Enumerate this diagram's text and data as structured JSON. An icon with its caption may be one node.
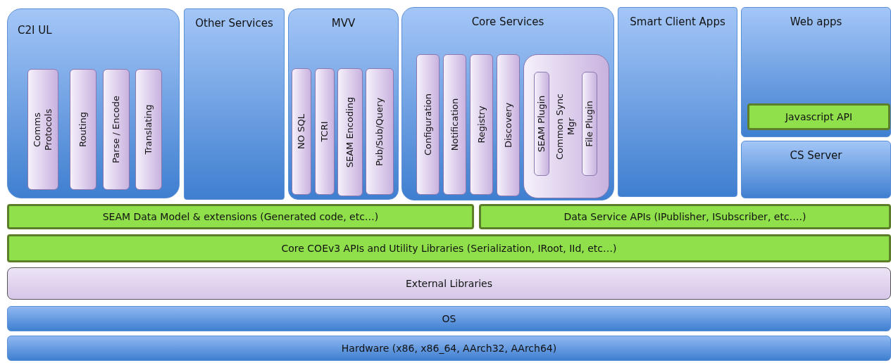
{
  "diagram": {
    "nodes": [
      {
        "text": [
          "C2I UL"
        ]
      },
      {
        "text": [
          "Comms Protocols"
        ],
        "in": 0
      },
      {
        "text": [
          "Routing"
        ],
        "in": 0
      },
      {
        "text": [
          "Parse / Encode"
        ],
        "in": 0
      },
      {
        "text": [
          "Translating"
        ],
        "in": 0
      },
      {
        "text": [
          "Other Services"
        ]
      },
      {
        "text": [
          "MVV"
        ]
      },
      {
        "text": [
          "NO SQL"
        ],
        "in": 6
      },
      {
        "text": [
          "TCRI"
        ],
        "in": 6
      },
      {
        "text": [
          "SEAM Encoding"
        ],
        "in": 6
      },
      {
        "text": [
          "Pub/Sub/Query"
        ],
        "in": 6
      },
      {
        "text": [
          "Core Services"
        ]
      },
      {
        "text": [
          "Configuration"
        ],
        "in": 11
      },
      {
        "text": [
          "Notification"
        ],
        "in": 11
      },
      {
        "text": [
          "Registry"
        ],
        "in": 11
      },
      {
        "text": [
          "Discovery"
        ],
        "in": 11
      },
      {
        "text": [
          "Common Sync Mgr"
        ],
        "in": 11
      },
      {
        "text": [
          "SEAM Plugin"
        ],
        "in": 16
      },
      {
        "text": [
          "File Plugin"
        ],
        "in": 16
      },
      {
        "text": [
          "Smart Client Apps"
        ]
      },
      {
        "text": [
          "Web apps"
        ]
      },
      {
        "text": [
          "Javascript API"
        ],
        "in": 20
      },
      {
        "text": [
          "CS Server"
        ]
      },
      {
        "text": [
          "SEAM Data Model & extensions (Generated code, etc…)"
        ]
      },
      {
        "text": [
          "Data Service APIs (IPublisher, ISubscriber, etc….)"
        ]
      },
      {
        "text": [
          "Core COEv3 APIs and Utility Libraries (Serialization, IRoot, IId, etc…)"
        ]
      },
      {
        "text": [
          "External Libraries"
        ]
      },
      {
        "text": [
          "OS"
        ]
      },
      {
        "text": [
          "Hardware (x86, x86_64, AArch32, AArch64)"
        ]
      }
    ],
    "edges": []
  }
}
